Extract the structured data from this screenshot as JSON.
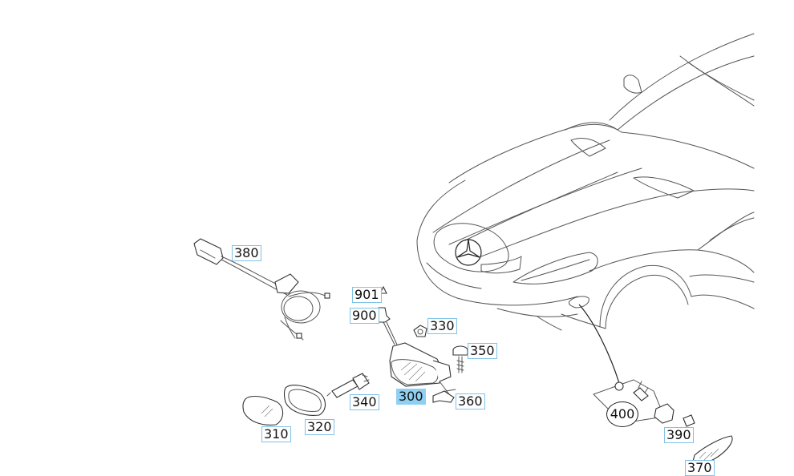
{
  "callouts": {
    "c380": "380",
    "c901": "901",
    "c900": "900",
    "c330": "330",
    "c350": "350",
    "c340": "340",
    "c300": "300",
    "c360": "360",
    "c310": "310",
    "c320": "320",
    "c400": "400",
    "c390": "390",
    "c370": "370"
  },
  "selected_callout": "300",
  "colors": {
    "highlight": "#8fd0f2",
    "callout_border": "#7fc2e6",
    "line": "#555555"
  }
}
